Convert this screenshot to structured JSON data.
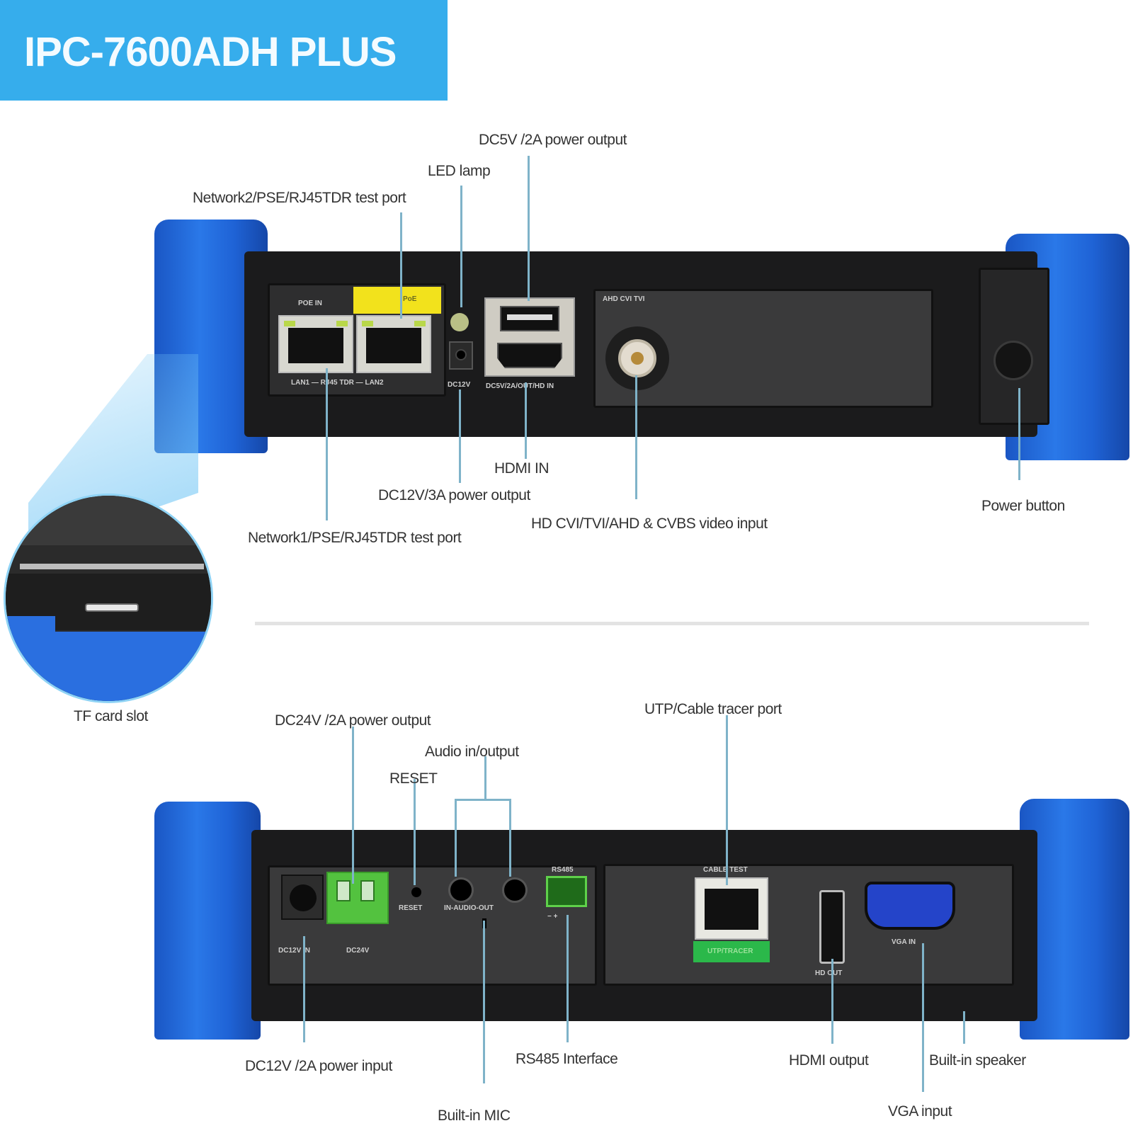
{
  "header": {
    "title": "IPC-7600ADH PLUS",
    "banner_color": "#36adec"
  },
  "top_view": {
    "labels": {
      "dc5v_output": "DC5V /2A power output",
      "led_lamp": "LED lamp",
      "network2": "Network2/PSE/RJ45TDR test port",
      "hdmi_in": "HDMI IN",
      "dc12v_output": "DC12V/3A power output",
      "video_input": "HD CVI/TVI/AHD & CVBS video input",
      "network1": "Network1/PSE/RJ45TDR test port",
      "power_button": "Power button"
    },
    "silkscreen": {
      "poe_in": "POE IN",
      "poe_tag": "PoE",
      "lan_row": "LAN1 — RJ45 TDR — LAN2",
      "dc_out": "DC12V",
      "usb_hdmi": "DC5V/2A/OUT/HD IN",
      "bnc": "AHD CVI TVI"
    }
  },
  "magnifier": {
    "label": "TF card slot"
  },
  "bottom_view": {
    "labels": {
      "dc24v_output": "DC24V /2A power output",
      "audio": "Audio in/output",
      "reset": "RESET",
      "utp_tracer": "UTP/Cable tracer port",
      "dc12v_input": "DC12V /2A  power input",
      "rs485": "RS485 Interface",
      "builtin_mic": "Built-in MIC",
      "hdmi_output": "HDMI output",
      "builtin_speaker": "Built-in speaker",
      "vga_input": "VGA input"
    },
    "silkscreen": {
      "dc12v_in": "DC12V IN",
      "dc24v_out": "DC24V",
      "reset": "RESET",
      "audio": "IN-AUDIO-OUT",
      "rs485": "RS485",
      "rs485_pol": "−     +",
      "cable_test": "CABLE TEST",
      "utp_tag": "UTP/TRACER",
      "hd_out": "HD OUT",
      "vga_in": "VGA IN"
    }
  },
  "colors": {
    "bumper_blue": "#1f63d6",
    "leader_line": "#7fb3c9",
    "device_black": "#1b1b1c",
    "terminal_green": "#53c23f",
    "poe_yellow": "#f2e21c"
  }
}
